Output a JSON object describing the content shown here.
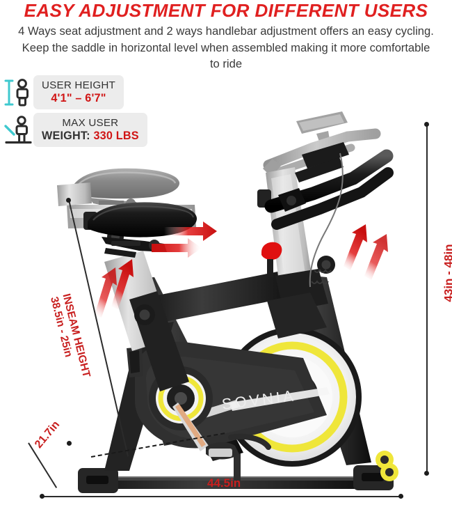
{
  "header": {
    "title": "EASY ADJUSTMENT FOR DIFFERENT USERS",
    "description": "4 Ways seat adjustment and 2 ways handlebar adjustment offers an easy cycling. Keep the saddle in horizontal level when assembled making it more comfortable to ride",
    "title_color": "#e02020",
    "description_color": "#3a3a3a"
  },
  "specs": [
    {
      "id": "user-height",
      "icon": "person-height-icon",
      "label": "USER HEIGHT",
      "value": "4'1\" – 6'7\"",
      "value_color": "#d01515",
      "chip_bg": "#ececec"
    },
    {
      "id": "max-user-weight",
      "icon": "person-scale-icon",
      "label": "MAX USER",
      "value_prefix": "WEIGHT: ",
      "value": "330 LBS",
      "value_color": "#d01515",
      "chip_bg": "#ececec"
    }
  ],
  "product": {
    "brand": "SOVNIA",
    "type": "indoor-cycling-bike",
    "frame_color": "#2b2b2b",
    "accent_color": "#e8e337",
    "adjustable_post_color": "#d3d3d3"
  },
  "dimensions": {
    "handlebar_height": "43in - 48in",
    "base_length": "44.5in",
    "base_depth": "21.7in",
    "inseam_label": "INSEAM HEIGHT",
    "inseam_value": "38.5in - 25in",
    "annotation_color": "#c81f1f",
    "line_color": "#2b2b2b"
  },
  "arrows": {
    "color": "#e01c1c",
    "seat_horizontal_count": 2,
    "seat_vertical_count": 2,
    "handlebar_count": 2
  }
}
